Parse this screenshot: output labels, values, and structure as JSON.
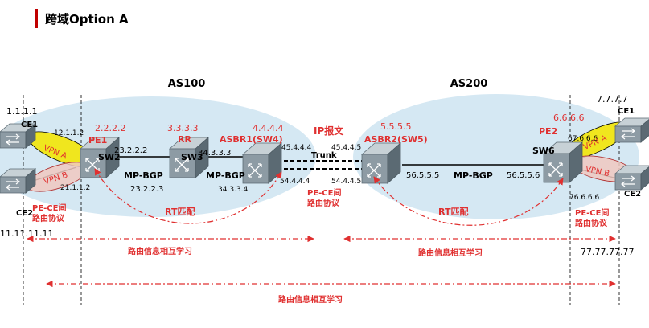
{
  "title": "跨域Option A",
  "colors": {
    "accent_bar": "#c00000",
    "red_text": "#e03030",
    "as_cloud": "#d5e8f3",
    "vpn_a_fill": "#f0e61e",
    "vpn_b_fill": "#f0c8c0",
    "router_body": "#8d9ba4",
    "router_top": "#c7d1d6",
    "router_dark": "#5b6a73",
    "line_black": "#000000"
  },
  "as_labels": {
    "as100": "AS100",
    "as200": "AS200"
  },
  "devices": {
    "ce1_left": "CE1",
    "ce2_left": "CE2",
    "sw2": "SW2",
    "sw3": "SW3",
    "sw6": "SW6",
    "ce1_right": "CE1",
    "ce2_right": "CE2"
  },
  "red_labels": {
    "pe1_id": "2.2.2.2",
    "pe1": "PE1",
    "rr_id": "3.3.3.3",
    "rr": "RR",
    "asbr1_id": "4.4.4.4",
    "asbr1": "ASBR1(SW4)",
    "ip_packet": "IP报文",
    "asbr2_id": "5.5.5.5",
    "asbr2": "ASBR2(SW5)",
    "pe2_id": "6.6.6.6",
    "pe2": "PE2",
    "vpn_a_left": "VPN A",
    "vpn_b_left": "VPN B",
    "vpn_a_right": "VPN A",
    "vpn_b_right": "VPN B",
    "pe_ce_left_1": "PE-CE间",
    "pe_ce_left_2": "路由协议",
    "pe_ce_mid_1": "PE-CE间",
    "pe_ce_mid_2": "路由协议",
    "pe_ce_right_1": "PE-CE间",
    "pe_ce_right_2": "路由协议",
    "rt_left": "RT匹配",
    "rt_right": "RT匹配",
    "learn_left": "路由信息相互学习",
    "learn_right": "路由信息相互学习",
    "learn_bottom": "路由信息相互学习"
  },
  "black_labels": {
    "ce1_left_ip": "1.1.1.1",
    "ce2_left_ip": "11.11.11.11",
    "ip_12_1_1_2": "12.1.1.2",
    "ip_21_1_1_2": "21.1.1.2",
    "ip_23_2_2_2": "23.2.2.2",
    "ip_23_2_2_3": "23.2.2.3",
    "mpbgp_left": "MP-BGP",
    "mpbgp_mid": "MP-BGP",
    "ip_34_3_3_3": "34.3.3.3",
    "ip_34_3_3_4": "34.3.3.4",
    "ip_45_4_4_4": "45.4.4.4",
    "ip_45_4_4_5": "45.4.4.5",
    "trunk": "Trunk",
    "ip_54_4_4_4": "54.4.4.4",
    "ip_54_4_4_5": "54.4.4.5",
    "ip_56_5_5_5": "56.5.5.5",
    "mpbgp_right": "MP-BGP",
    "ip_56_5_5_6": "56.5.5.6",
    "ip_67_6_6_6": "67.6.6.6",
    "ip_76_6_6_6": "76.6.6.6",
    "ce1_right_ip": "7.7.7.7",
    "ce2_right_ip": "77.77.77.77"
  }
}
